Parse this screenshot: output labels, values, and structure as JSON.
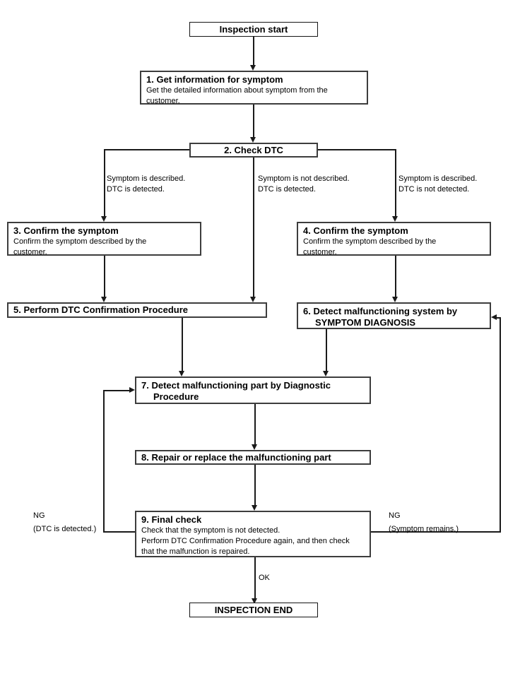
{
  "page": {
    "background": "#ffffff",
    "line_color": "#1a1a1a",
    "box_border_color": "#3d3d3d",
    "text_color": "#000000"
  },
  "flowchart": {
    "start": {
      "label": "Inspection start"
    },
    "steps": {
      "s1": {
        "title": "1. Get information for symptom",
        "body": "Get the detailed information about symptom from the customer."
      },
      "s2": {
        "title": "2. Check DTC"
      },
      "s3": {
        "title": "3. Confirm the symptom",
        "body": "Confirm the symptom described by the customer."
      },
      "s4": {
        "title": "4. Confirm the symptom",
        "body": "Confirm the symptom described by the customer."
      },
      "s5": {
        "title": "5. Perform DTC Confirmation Procedure"
      },
      "s6": {
        "title_line1": "6. Detect malfunctioning system by",
        "title_line2": "SYMPTOM DIAGNOSIS"
      },
      "s7": {
        "title_line1": "7. Detect malfunctioning part by Diagnostic",
        "title_line2": "Procedure"
      },
      "s8": {
        "title": "8. Repair or replace the malfunctioning part"
      },
      "s9": {
        "title": "9. Final check",
        "body1": "Check that the symptom is not detected.",
        "body2": "Perform DTC Confirmation Procedure again, and then check that the malfunction is repaired."
      }
    },
    "branch_labels": {
      "left": {
        "line1": "Symptom is described.",
        "line2": "DTC is detected."
      },
      "middle": {
        "line1": "Symptom is not described.",
        "line2": "DTC is detected."
      },
      "right": {
        "line1": "Symptom is described.",
        "line2": "DTC is not detected."
      }
    },
    "loop_labels": {
      "left": {
        "line1": "NG",
        "line2": "(DTC is detected.)"
      },
      "right": {
        "line1": "NG",
        "line2": "(Symptom remains.)"
      }
    },
    "ok_label": "OK",
    "end": {
      "label": "INSPECTION END"
    }
  }
}
